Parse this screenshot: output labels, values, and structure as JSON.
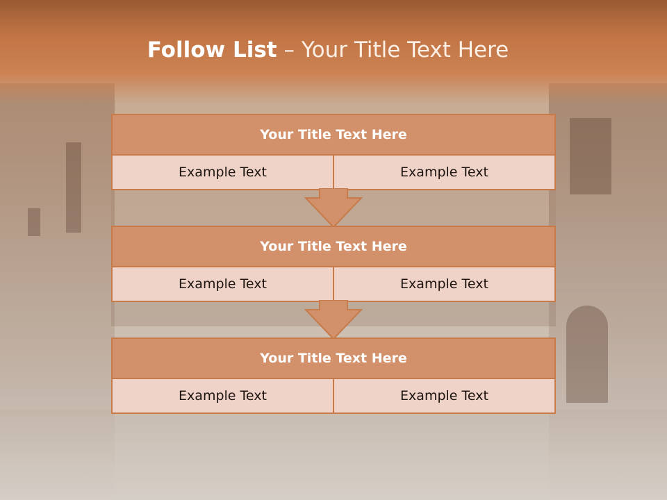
{
  "slide": {
    "title_strong": "Follow List",
    "title_rest": " – Your Title Text Here"
  },
  "blocks": [
    {
      "title": "Your Title Text Here",
      "left": "Example Text",
      "right": "Example Text"
    },
    {
      "title": "Your Title Text Here",
      "left": "Example Text",
      "right": "Example Text"
    },
    {
      "title": "Your Title Text Here",
      "left": "Example Text",
      "right": "Example Text"
    }
  ],
  "colors": {
    "header": "#c27545",
    "block_head": "#d3916b",
    "block_body": "#efd3c8",
    "border": "#c77a4a",
    "arrow": "#d3916b"
  }
}
